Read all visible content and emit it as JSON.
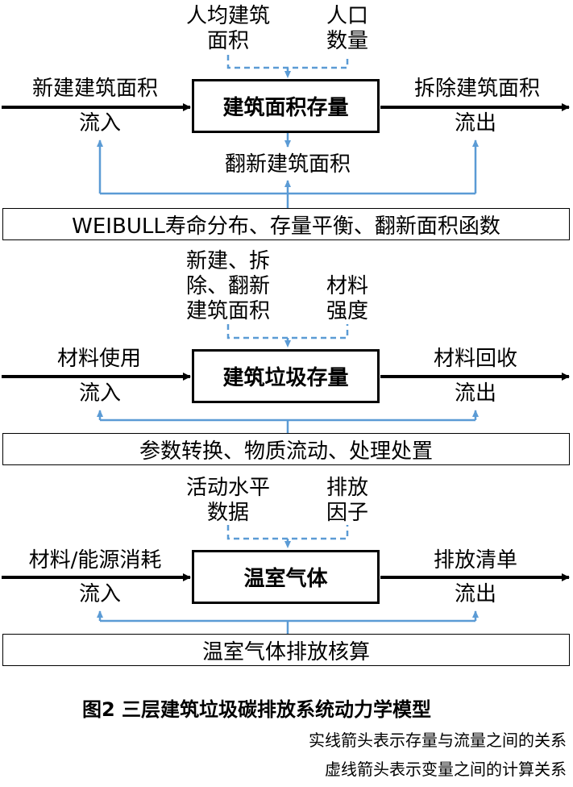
{
  "layer1": {
    "param_left": [
      "人均建筑",
      "面积"
    ],
    "param_right": [
      "人口",
      "数量"
    ],
    "stock": "建筑面积存量",
    "inflow_label": "新建建筑面积",
    "inflow_word": "流入",
    "outflow_label": "拆除建筑面积",
    "outflow_word": "流出",
    "renew": "翻新建筑面积",
    "band": "WEIBULL寿命分布、存量平衡、翻新面积函数"
  },
  "layer2": {
    "param_left": [
      "新建、拆",
      "除、翻新",
      "建筑面积"
    ],
    "param_right": [
      "材料",
      "强度"
    ],
    "stock": "建筑垃圾存量",
    "inflow_label": "材料使用",
    "inflow_word": "流入",
    "outflow_label": "材料回收",
    "outflow_word": "流出",
    "band": "参数转换、物质流动、处理处置"
  },
  "layer3": {
    "param_left": [
      "活动水平",
      "数据"
    ],
    "param_right": [
      "排放",
      "因子"
    ],
    "stock": "温室气体",
    "inflow_label": "材料/能源消耗",
    "inflow_word": "流入",
    "outflow_label": "排放清单",
    "outflow_word": "流出",
    "band": "温室气体排放核算"
  },
  "caption": "图2 三层建筑垃圾碳排放系统动力学模型",
  "notes": [
    "实线箭头表示存量与流量之间的关系",
    "虚线箭头表示变量之间的计算关系"
  ],
  "colors": {
    "blue": "#5B9BD5",
    "black": "#000000"
  }
}
